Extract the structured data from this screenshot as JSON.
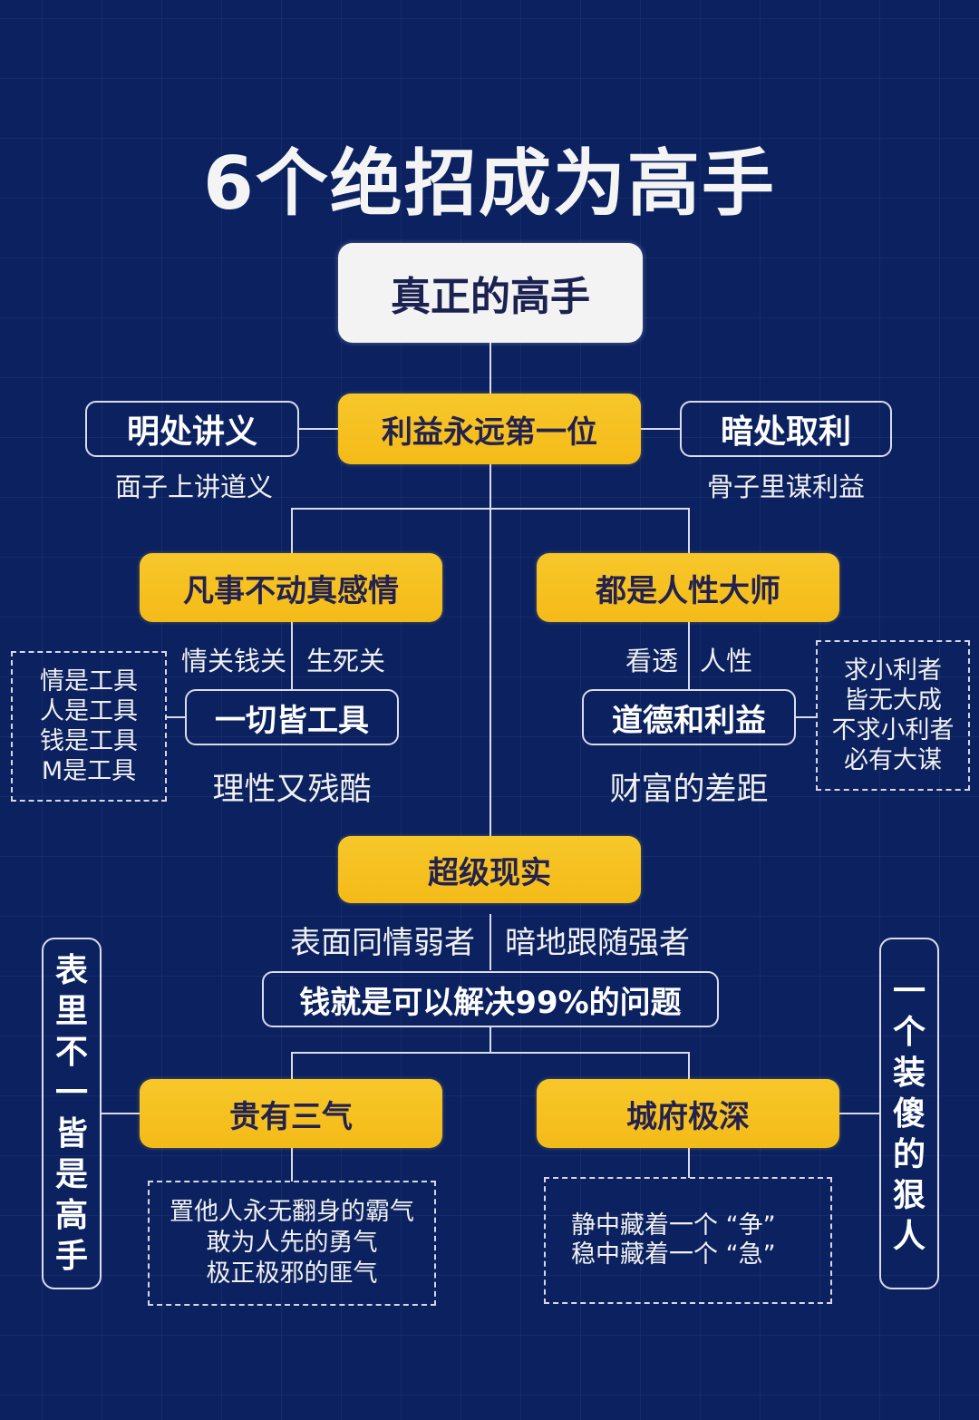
{
  "title": "6个绝招成为高手",
  "root": "真正的高手",
  "level1": {
    "center": "利益永远第一位",
    "left": {
      "label": "明处讲义",
      "caption": "面子上讲道义"
    },
    "right": {
      "label": "暗处取利",
      "caption": "骨子里谋利益"
    }
  },
  "branch_left": {
    "label": "凡事不动真感情",
    "split_left": "情关钱关",
    "split_right": "生死关",
    "sub": "一切皆工具",
    "caption": "理性又残酷",
    "notes": [
      "情是工具",
      "人是工具",
      "钱是工具",
      "M是工具"
    ]
  },
  "branch_right": {
    "label": "都是人性大师",
    "split_left": "看透",
    "split_right": "人性",
    "sub": "道德和利益",
    "caption": "财富的差距",
    "notes": [
      "求小利者",
      "皆无大成",
      "不求小利者",
      "必有大谋"
    ]
  },
  "level3": {
    "center": "超级现实",
    "split_left": "表面同情弱者",
    "split_right": "暗地跟随强者",
    "sub": "钱就是可以解决99%的问题"
  },
  "bottom_left": {
    "label": "贵有三气",
    "notes": [
      "置他人永无翻身的霸气",
      "敢为人先的勇气",
      "极正极邪的匪气"
    ]
  },
  "bottom_right": {
    "label": "城府极深",
    "notes": [
      "静中藏着一个 “争”",
      "稳中藏着一个 “急”"
    ]
  },
  "side_left": [
    "表",
    "里",
    "不",
    "一",
    "皆",
    "是",
    "高",
    "手"
  ],
  "side_right": [
    "一",
    "个",
    "装",
    "傻",
    "的",
    "狠",
    "人"
  ],
  "colors": {
    "background": "#0c2260",
    "yellow": "#f5c120",
    "white_node": "#f3f3f3",
    "dark_text": "#23224f",
    "line": "#d9dcea"
  }
}
